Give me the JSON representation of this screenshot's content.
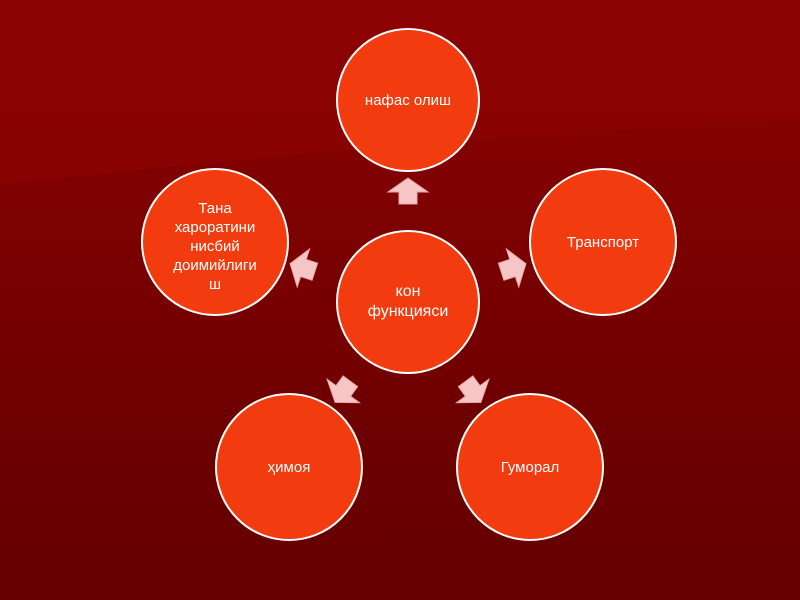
{
  "diagram": {
    "center": "кон\nфункцияси",
    "branches": [
      {
        "id": "top",
        "label": "нафас олиш"
      },
      {
        "id": "right",
        "label": "Транспорт"
      },
      {
        "id": "bottom-right",
        "label": "Гуморал"
      },
      {
        "id": "bottom-left",
        "label": "ҳимоя"
      },
      {
        "id": "left",
        "label": "Тана\nхароратини\nнисбий\nдоимийлиги\nш"
      }
    ]
  },
  "colors": {
    "background": "#7a0000",
    "node_fill": "#f23c0f",
    "node_border": "#ffffff",
    "arrow_fill": "#f6c6c6",
    "text": "#ffffff"
  }
}
